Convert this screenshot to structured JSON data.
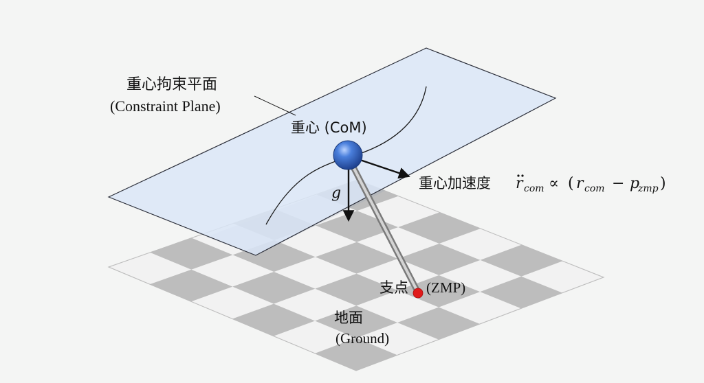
{
  "plane_label": {
    "zh": "重心拘束平面",
    "en": "(Constraint Plane)"
  },
  "com_label": "重心 (CoM)",
  "gravity_label": "g",
  "acceleration_label": {
    "zh": "重心加速度",
    "r_ddot": "r",
    "sub_com": "com",
    "proportional": "∝",
    "open_paren": "(",
    "r": "r",
    "sub_com2": "com",
    "minus": "−",
    "p": "p",
    "sub_zmp": "zmp",
    "close_paren": ")"
  },
  "zmp_label": {
    "zh": "支点",
    "en": "(ZMP)"
  },
  "ground_label": {
    "zh": "地面",
    "en": "(Ground)"
  },
  "colors": {
    "plane_fill": "#dbe6f7",
    "plane_edge": "#2c2f3a",
    "ground_light": "#f2f2f2",
    "ground_dark": "#bdbdbd",
    "com_ball": "#2f63c4",
    "zmp_dot": "#e01a1a",
    "rod": "#a9a9a9",
    "arrow": "#111111"
  }
}
